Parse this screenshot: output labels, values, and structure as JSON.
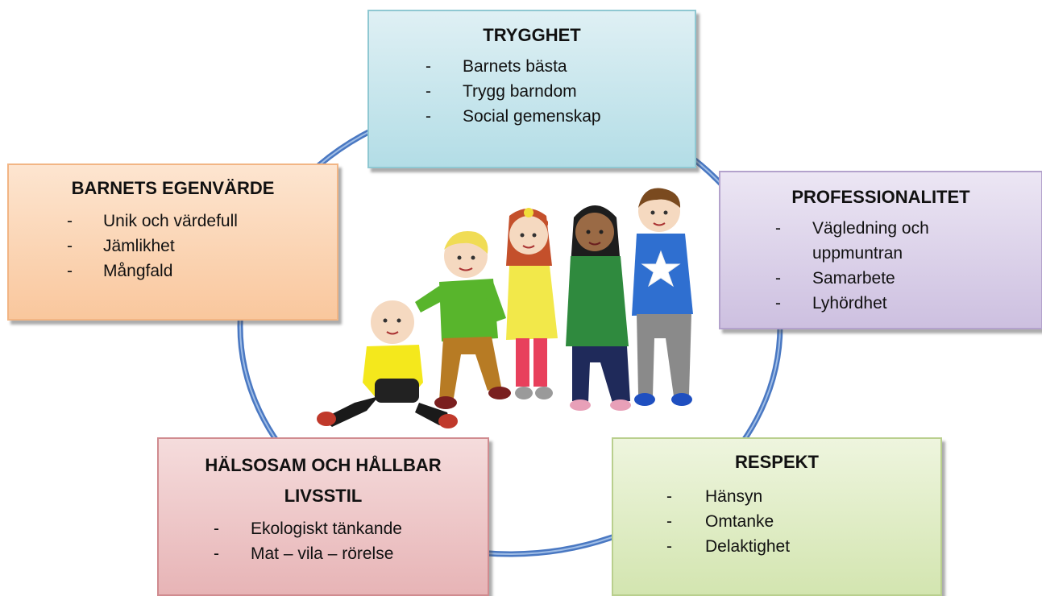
{
  "boxes": {
    "trygghet": {
      "title": "TRYGGHET",
      "items": [
        {
          "dash": "-",
          "text": "Barnets bästa"
        },
        {
          "dash": "-",
          "text": "Trygg barndom"
        },
        {
          "dash": "-",
          "text": "Social gemenskap"
        }
      ]
    },
    "egenvarde": {
      "title": "BARNETS EGENVÄRDE",
      "items": [
        {
          "dash": "-",
          "text": "Unik och värdefull"
        },
        {
          "dash": "-",
          "text": "Jämlikhet"
        },
        {
          "dash": "-",
          "text": "Mångfald"
        }
      ]
    },
    "professionalitet": {
      "title": "PROFESSIONALITET",
      "items": [
        {
          "dash": "-",
          "text": "Vägledning och uppmuntran"
        },
        {
          "dash": "-",
          "text": "Samarbete"
        },
        {
          "dash": "-",
          "text": "Lyhördhet"
        }
      ]
    },
    "halsosam": {
      "title": "HÄLSOSAM OCH HÅLLBAR LIVSSTIL",
      "items": [
        {
          "dash": "-",
          "text": "Ekologiskt tänkande"
        },
        {
          "dash": "-",
          "text": "Mat – vila – rörelse"
        }
      ]
    },
    "respekt": {
      "title": "RESPEKT",
      "items": [
        {
          "dash": "-",
          "text": "Hänsyn"
        },
        {
          "dash": "-",
          "text": "Omtanke"
        },
        {
          "dash": "-",
          "text": "Delaktighet"
        }
      ]
    }
  },
  "colors": {
    "ring": "#4a78c2",
    "ring_light": "#9fbde6"
  },
  "illustration": {
    "name": "children-illustration",
    "figures": [
      "baby-sitting",
      "boy-blond-green",
      "girl-red-hair-yellow",
      "girl-dark-hair-green",
      "boy-star-sweater"
    ]
  }
}
